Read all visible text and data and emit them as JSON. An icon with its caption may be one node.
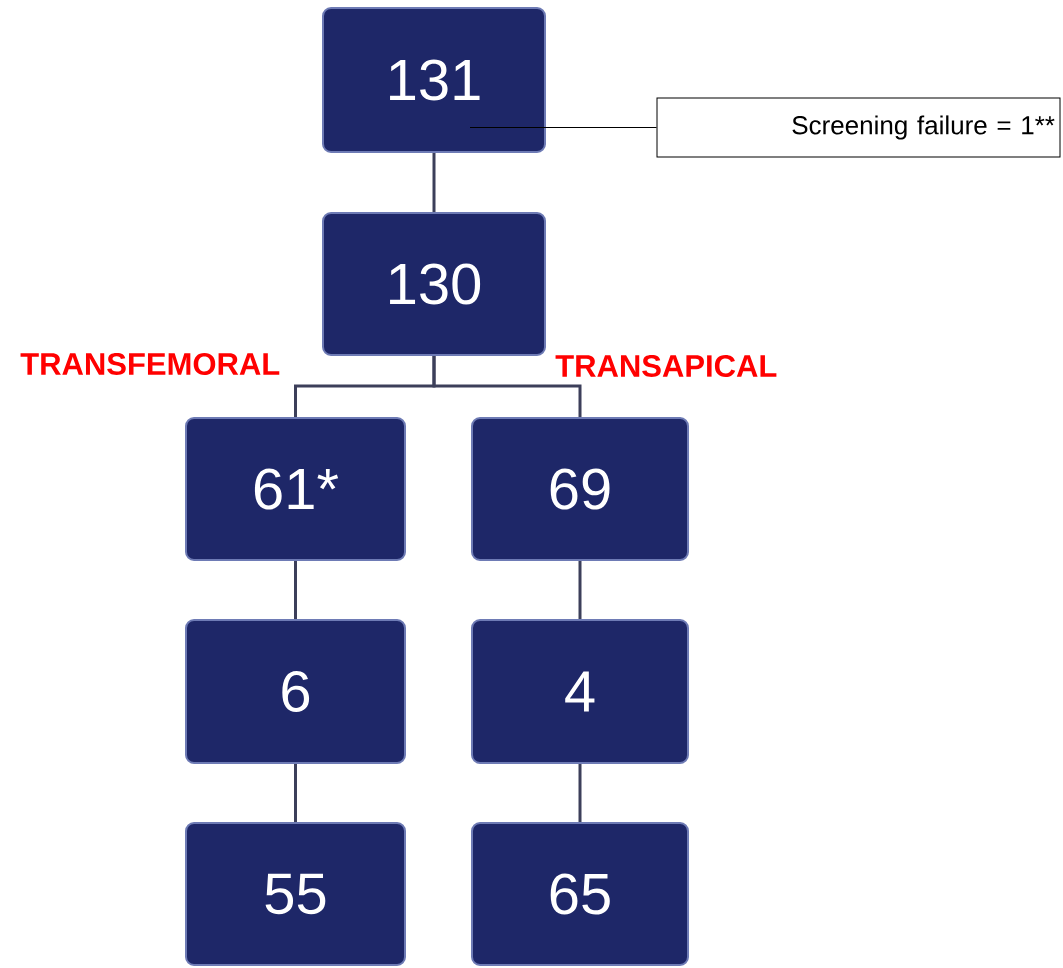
{
  "diagram": {
    "nodes": [
      {
        "text": [
          "131"
        ]
      },
      {
        "text": [
          "Screening failure = 1**"
        ]
      },
      {
        "text": [
          "130"
        ]
      },
      {
        "text": [
          "61*"
        ]
      },
      {
        "text": [
          "69"
        ]
      },
      {
        "text": [
          "6"
        ]
      },
      {
        "text": [
          "4"
        ]
      },
      {
        "text": [
          "55"
        ]
      },
      {
        "text": [
          "65"
        ]
      }
    ],
    "edges": [
      {
        "from": 1,
        "to": 0,
        "arrow": "none"
      },
      {
        "from": 0,
        "to": 2,
        "arrow": "none"
      },
      {
        "from": 2,
        "to": 3,
        "arrow": "none"
      },
      {
        "from": 2,
        "to": 4,
        "arrow": "none"
      },
      {
        "from": 3,
        "to": 5,
        "arrow": "none"
      },
      {
        "from": 5,
        "to": 7,
        "arrow": "none"
      },
      {
        "from": 4,
        "to": 6,
        "arrow": "none"
      },
      {
        "from": 6,
        "to": 8,
        "arrow": "none"
      }
    ],
    "labels": [
      "TRANSFEMORAL",
      "TRANSAPICAL"
    ]
  }
}
